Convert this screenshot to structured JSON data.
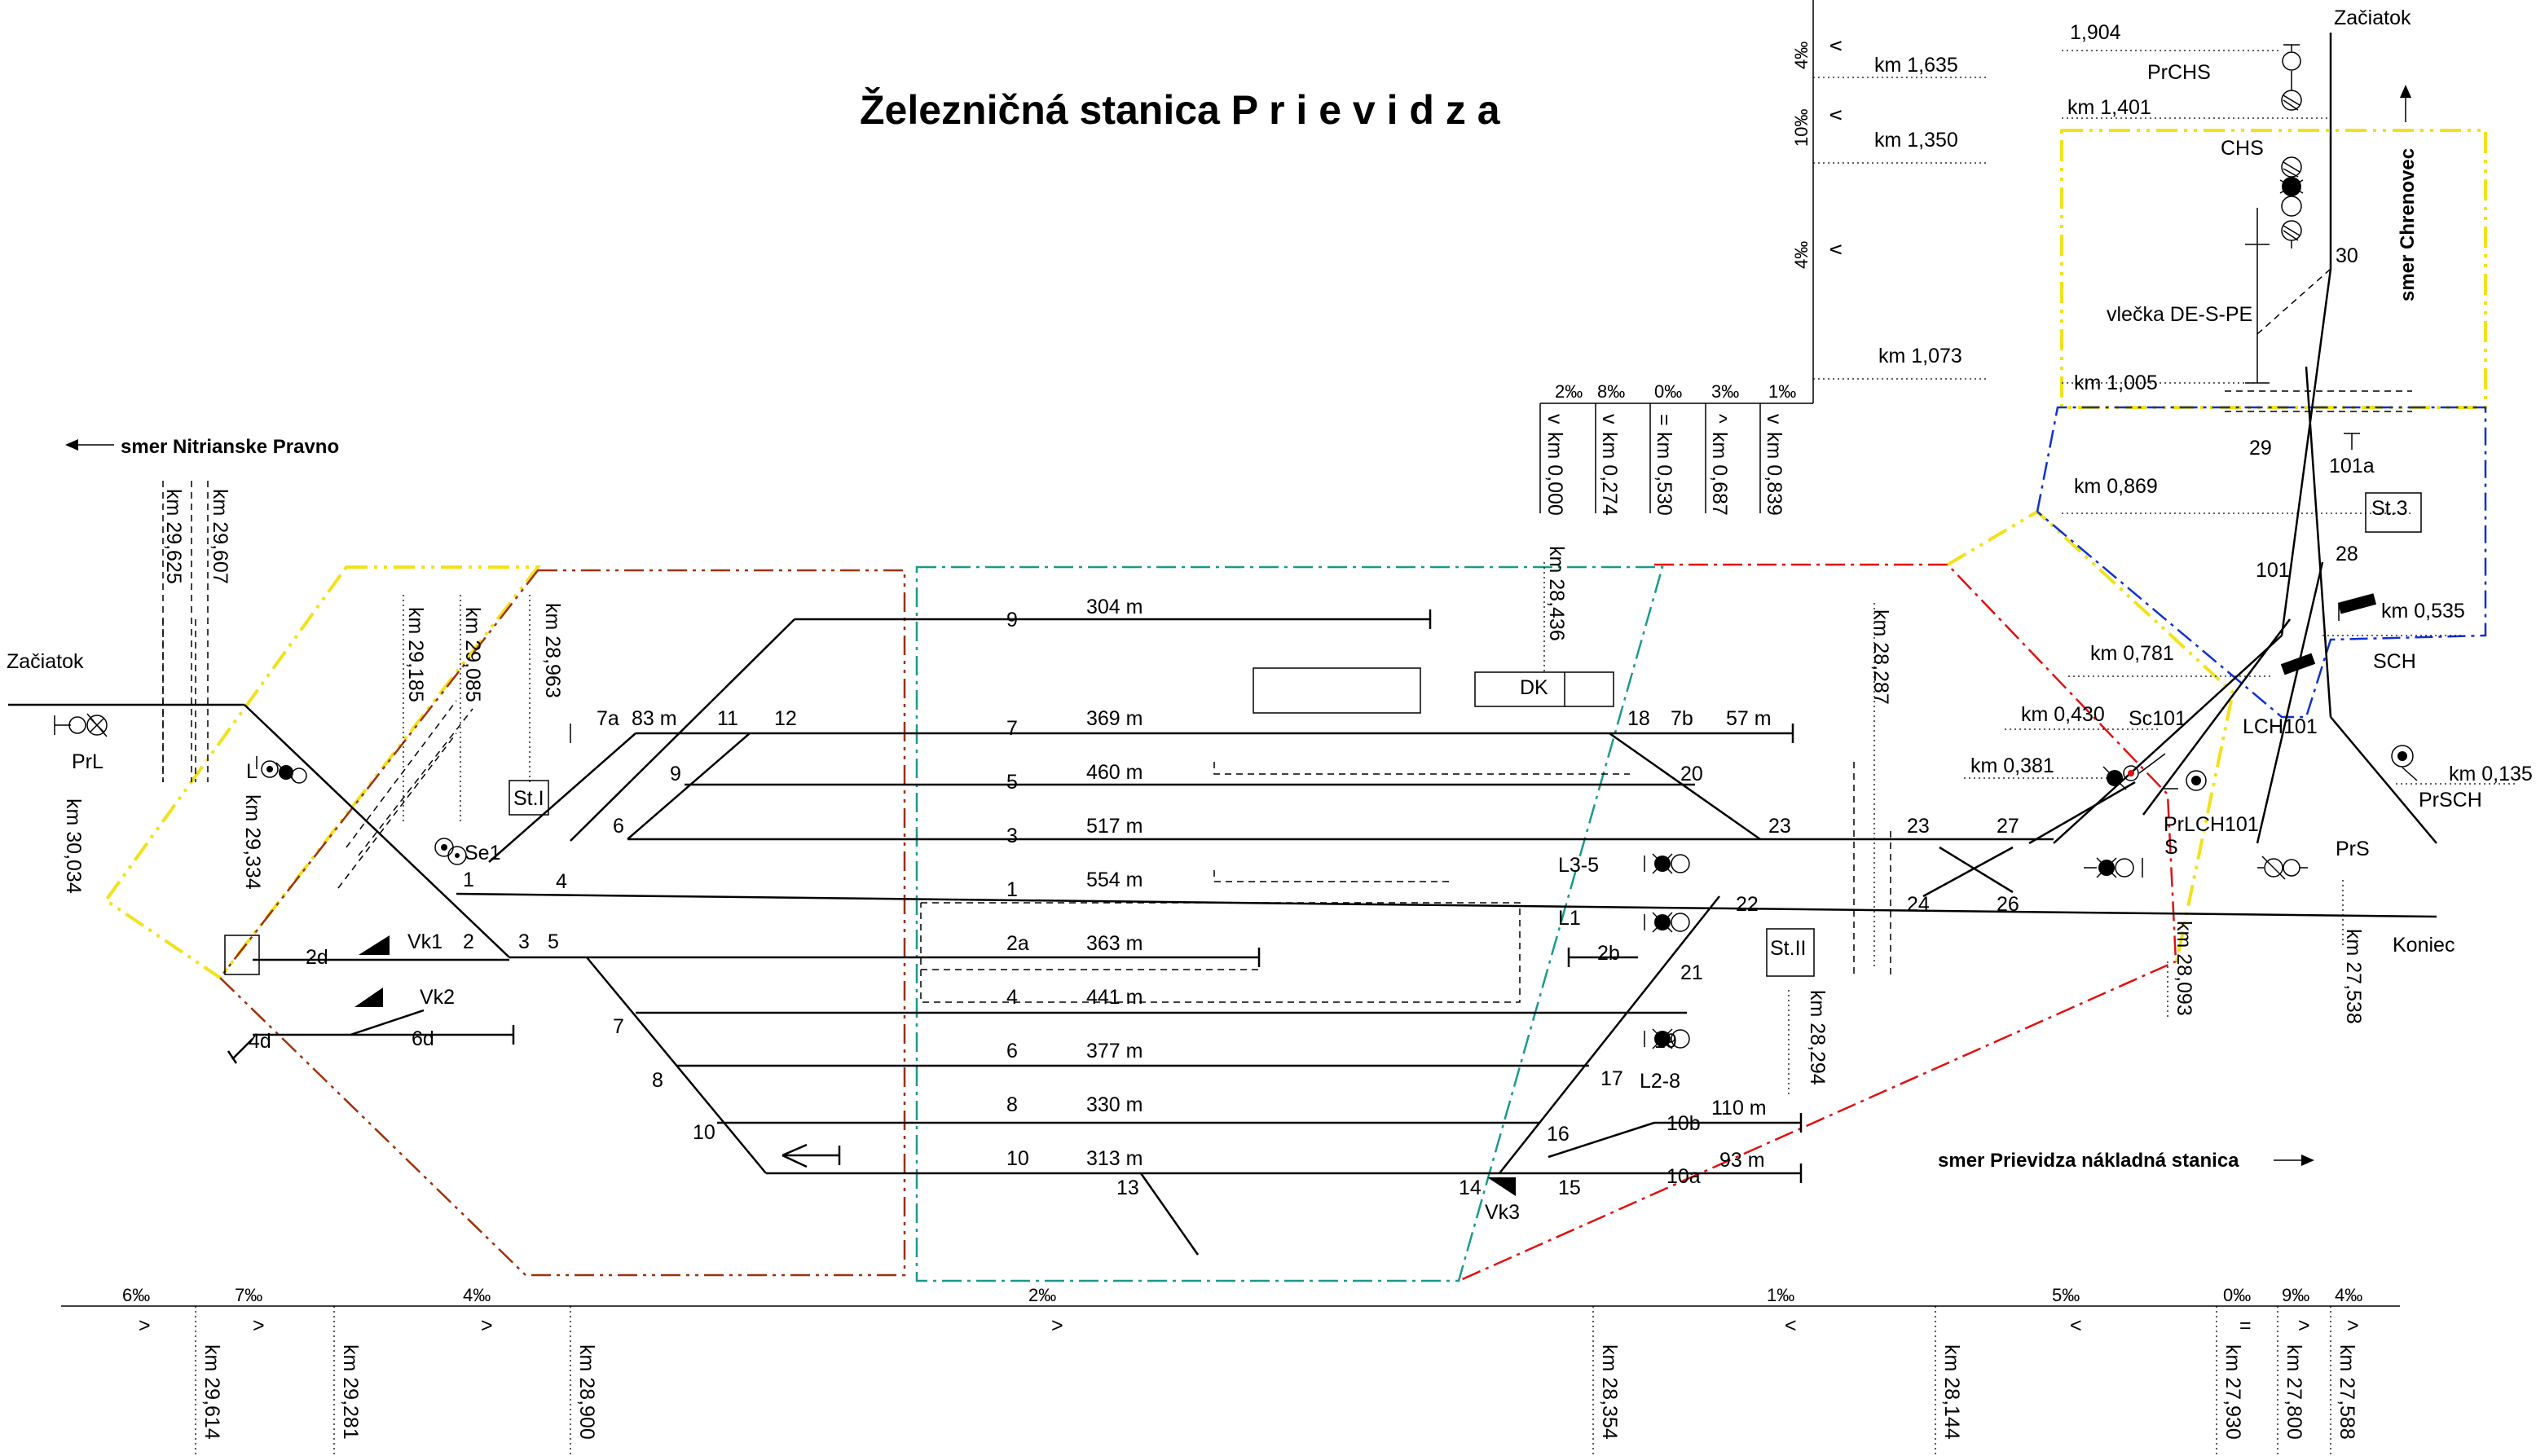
{
  "title": "Železničná stanica  P r i e v i d z a",
  "directions": {
    "nitrianske": "smer Nitrianske Pravno",
    "chrenovec": "smer Chrenovec",
    "nakladna": "smer Prievidza nákladná stanica"
  },
  "ends": {
    "zaciatok_left": "Začiatok",
    "zaciatok_top": "Začiatok",
    "koniec": "Koniec"
  },
  "tracks": [
    {
      "no": "9",
      "length": "304 m"
    },
    {
      "no": "7",
      "length": "369 m"
    },
    {
      "no": "5",
      "length": "460 m"
    },
    {
      "no": "3",
      "length": "517 m"
    },
    {
      "no": "1",
      "length": "554 m"
    },
    {
      "no": "2a",
      "length": "363 m"
    },
    {
      "no": "4",
      "length": "441 m"
    },
    {
      "no": "6",
      "length": "377 m"
    },
    {
      "no": "8",
      "length": "330 m"
    },
    {
      "no": "10",
      "length": "313 m"
    }
  ],
  "spurs": [
    {
      "no": "7a",
      "length": "83 m"
    },
    {
      "no": "7b",
      "length": "57 m"
    },
    {
      "no": "10b",
      "length": "110 m"
    },
    {
      "no": "10a",
      "length": "93 m"
    },
    {
      "no": "2b",
      "length": ""
    },
    {
      "no": "2d",
      "length": ""
    },
    {
      "no": "6d",
      "length": ""
    },
    {
      "no": "4d",
      "length": ""
    }
  ],
  "switches": [
    "1",
    "2",
    "3",
    "4",
    "5",
    "6",
    "7",
    "8",
    "9",
    "10",
    "11",
    "12",
    "13",
    "14",
    "15",
    "16",
    "17",
    "18",
    "19",
    "20",
    "21",
    "22",
    "23",
    "23",
    "24",
    "26",
    "27",
    "28",
    "29",
    "30",
    "101",
    "101a"
  ],
  "signals": [
    "PrL",
    "L",
    "Se1",
    "Vk1",
    "Vk2",
    "Vk3",
    "L3-5",
    "L1",
    "L2-8",
    "Sc101",
    "PrLCH101",
    "S",
    "PrS",
    "LCH101",
    "SCH",
    "PrSCH",
    "CHS",
    "PrCHS"
  ],
  "buildings": [
    "St.I",
    "St.II",
    "St.3",
    "DK"
  ],
  "siding": "vlečka DE-S-PE",
  "km_top_left": [
    "km 29,625",
    "km 29,607"
  ],
  "km_marks": [
    "km 30,034",
    "km 29,334",
    "km 29,185",
    "km 29,085",
    "km 28,963",
    "km 28,436",
    "km 28,287",
    "km 28,294",
    "km 28,093",
    "km 27,538",
    "km 0,135"
  ],
  "km_inline": [
    "km 0,869",
    "km 0,781",
    "km 0,430",
    "km 0,381",
    "km 0,535",
    "km 1,005",
    "km 1,401",
    "1,904"
  ],
  "branch_profile": {
    "gradients": [
      "2‰",
      "8‰",
      "0‰",
      "3‰",
      "1‰"
    ],
    "arrows": [
      "v",
      "v",
      "=",
      "^",
      "v"
    ],
    "km": [
      "km 0,000",
      "km 0,274",
      "km 0,530",
      "km 0,687",
      "km 0,839"
    ]
  },
  "upper_profile": {
    "gradients": [
      "4‰",
      "10‰",
      "4‰"
    ],
    "arrows": [
      "v",
      "v",
      "v"
    ],
    "km": [
      "km 1,635",
      "km 1,350",
      "km 1,073"
    ]
  },
  "bottom_profile": {
    "gradients": [
      "6‰",
      "7‰",
      "4‰",
      "2‰",
      "1‰",
      "5‰",
      "0‰",
      "9‰",
      "4‰"
    ],
    "arrows": [
      ">",
      ">",
      ">",
      ">",
      "<",
      "<",
      "=",
      ">",
      ">"
    ],
    "km": [
      "km 29,614",
      "km 29,281",
      "km 28,900",
      "km 28,354",
      "km 28,144",
      "km 27,930",
      "km 27,800",
      "km 27,588"
    ]
  },
  "colors": {
    "yellow": "#f2e21a",
    "brown": "#a0300a",
    "teal": "#1a9a8a",
    "red": "#e01010",
    "blue": "#1030d0"
  }
}
